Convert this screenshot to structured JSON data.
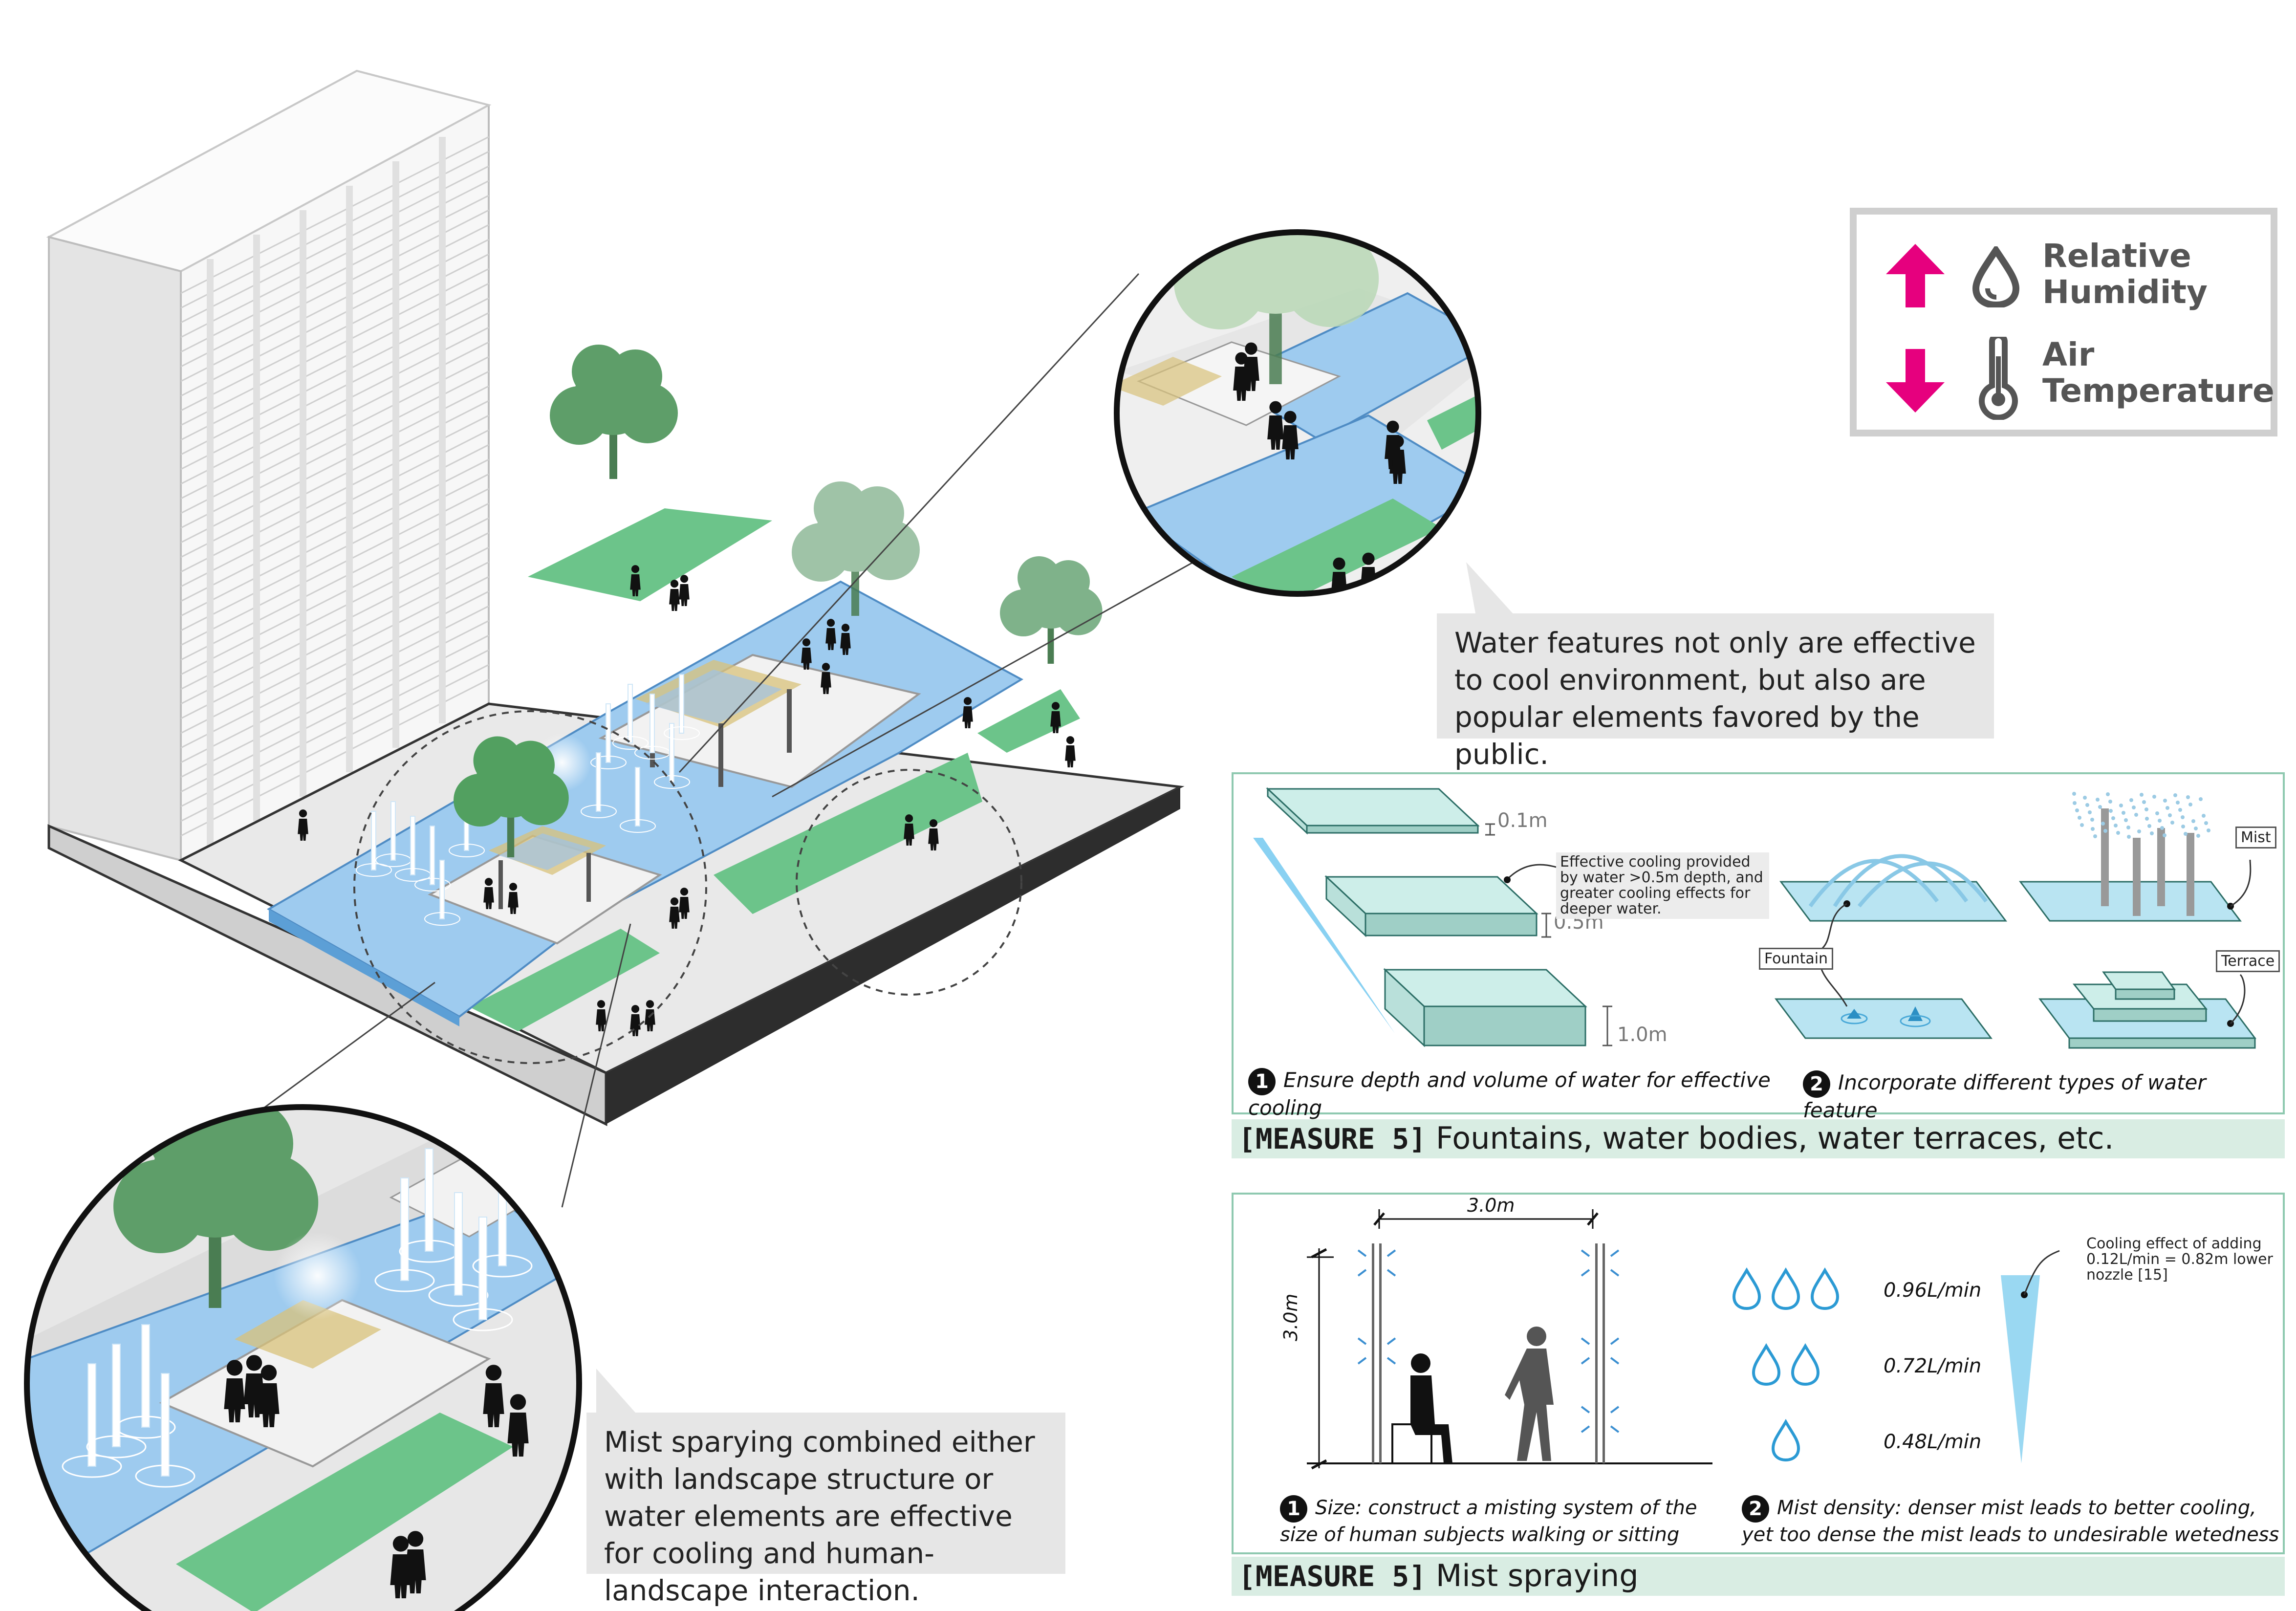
{
  "callouts": {
    "water": "Water features not only are effective to cool environment, but also are popular elements favored by the public.",
    "mist": "Mist sparying combined either with landscape structure or water elements are effective for cooling and human-landscape interaction."
  },
  "legend": {
    "humidity_label": "Relative Humidity",
    "humidity_direction": "up",
    "temperature_label": "Air Temperature",
    "temperature_direction": "down",
    "arrow_color": "#e6007e",
    "icons": [
      "water-drop-icon",
      "thermometer-icon"
    ]
  },
  "measure_water": {
    "title_tag": "[MEASURE 5]",
    "title_text": "Fountains, water bodies, water terraces, etc.",
    "depth_1": "0.1m",
    "depth_2": "0.5m",
    "depth_3": "1.0m",
    "depth_note": "Effective cooling provided by water >0.5m depth, and greater cooling effects for deeper water.",
    "label_mist": "Mist",
    "label_fountain": "Fountain",
    "label_terrace": "Terrace",
    "caption_1_num": "1",
    "caption_1": "Ensure depth and volume of water for effective cooling",
    "caption_2_num": "2",
    "caption_2": "Incorporate different types of water feature"
  },
  "measure_mist": {
    "title_tag": "[MEASURE 5]",
    "title_text": "Mist spraying",
    "width_label": "3.0m",
    "height_label": "3.0m",
    "rates": [
      {
        "value": "0.96L/min",
        "drops": 3
      },
      {
        "value": "0.72L/min",
        "drops": 2
      },
      {
        "value": "0.48L/min",
        "drops": 1
      }
    ],
    "rate_note": "Cooling effect of adding 0.12L/min = 0.82m lower nozzle [15]",
    "caption_1_num": "1",
    "caption_1": "Size: construct a misting system of the size of human subjects walking or sitting",
    "caption_2_num": "2",
    "caption_2": "Mist density: denser mist leads to better cooling, yet too dense the mist leads to undesirable wetedness"
  },
  "colors": {
    "water": "#9ecbef",
    "grass": "#6cc48a",
    "tree": "#5e9e69",
    "panel_border": "#8fc9b0",
    "panel_bar": "#d9ede3",
    "slab_face": "#9fcfc6"
  }
}
